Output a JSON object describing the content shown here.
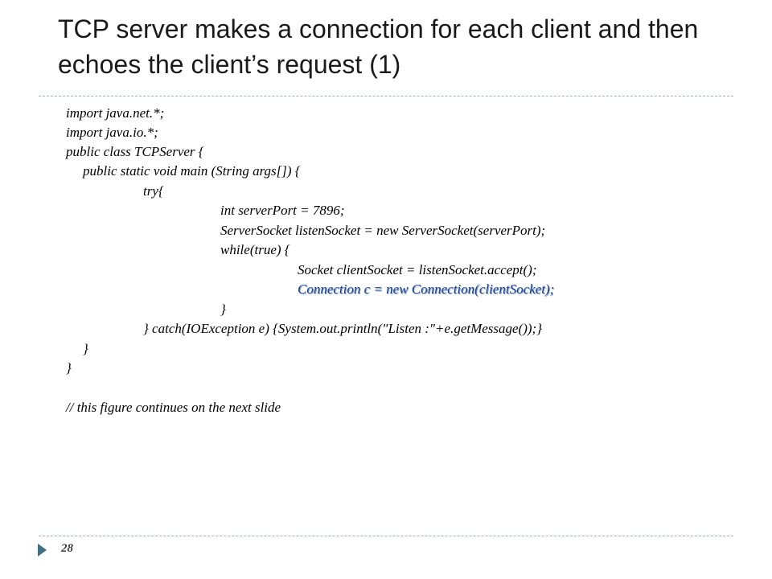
{
  "slide": {
    "title": "TCP server  makes a connection for each client and then echoes the client’s  request (1)",
    "number": "28"
  },
  "code_lines": [
    "import java.net.*;",
    "import java.io.*;",
    "public class TCPServer {",
    "public static void main (String args[]) {",
    "try{",
    "int serverPort = 7896;",
    "ServerSocket listenSocket = new ServerSocket(serverPort);",
    "while(true) {",
    "Socket clientSocket = listenSocket.accept();",
    "Connection c = new Connection(clientSocket);",
    "}",
    "} catch(IOException e) {System.out.println(\"Listen :\"+e.getMessage());}",
    "}",
    "}",
    "// this figure continues on the next slide"
  ],
  "colors": {
    "highlight": "#1b3f8c",
    "rule": "#9fb1b3",
    "marker": "#3e6f86"
  },
  "icons": {
    "footer_marker": "triangle-right-icon"
  }
}
